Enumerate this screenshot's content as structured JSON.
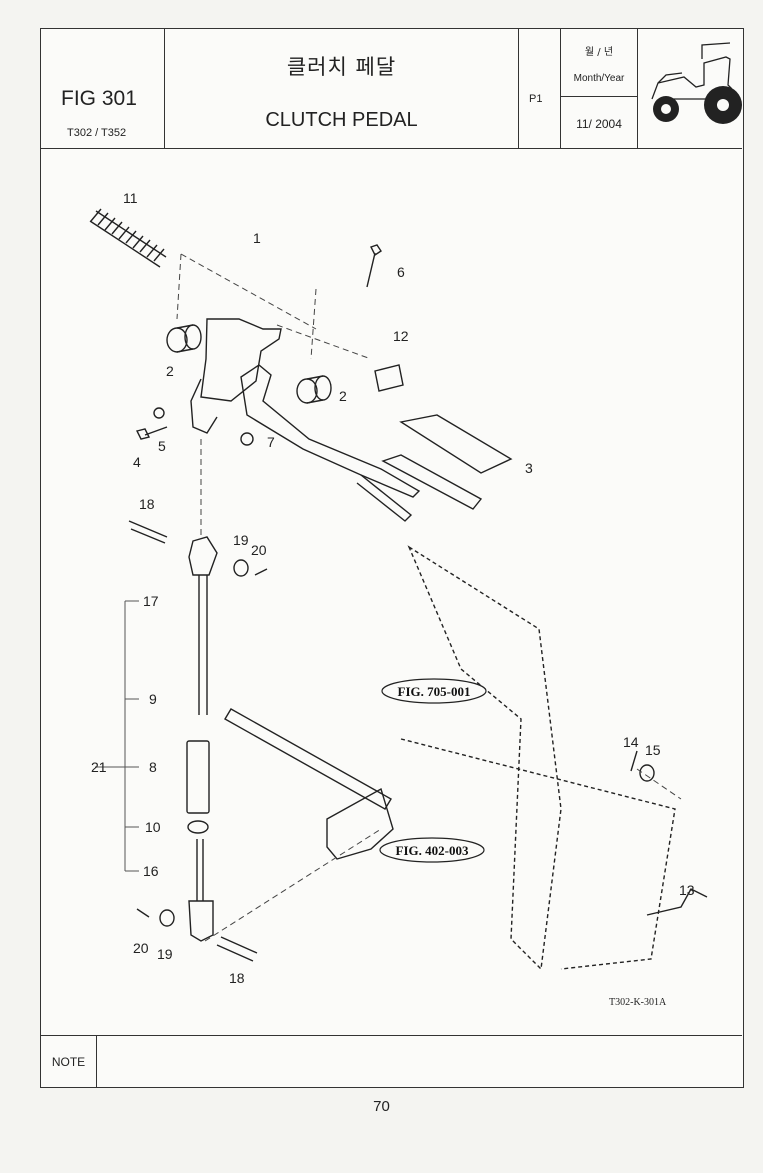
{
  "header": {
    "fig_number": "FIG 301",
    "models": "T302 / T352",
    "title_korean": "클러치 페달",
    "title_english": "CLUTCH PEDAL",
    "page_code": "P1",
    "month_year_korean": "월 / 년",
    "month_year_label": "Month/Year",
    "date": "11/ 2004",
    "thumbnail_icon": "tractor-icon"
  },
  "diagram": {
    "part_callouts": [
      "1",
      "2",
      "2",
      "3",
      "4",
      "5",
      "6",
      "7",
      "8",
      "9",
      "10",
      "11",
      "12",
      "13",
      "14",
      "15",
      "16",
      "17",
      "18",
      "18",
      "19",
      "19",
      "20",
      "20",
      "21"
    ],
    "figure_references": [
      "FIG. 705-001",
      "FIG. 402-003"
    ],
    "drawing_code": "T302-K-301A"
  },
  "footer": {
    "note_label": "NOTE",
    "note_text": "",
    "page_number": "70"
  }
}
